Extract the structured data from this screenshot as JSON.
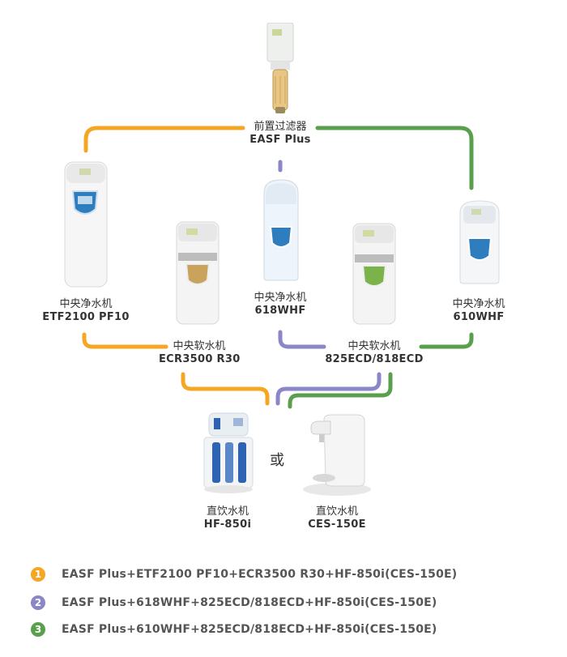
{
  "colors": {
    "orange": "#f5a623",
    "purple": "#8a86c7",
    "green": "#5aa04c"
  },
  "nodes": {
    "prefilter": {
      "type": "前置过滤器",
      "model": "EASF Plus",
      "icon": "prefilter-unit-image"
    },
    "etf2100": {
      "type": "中央净水机",
      "model": "ETF2100 PF10",
      "icon": "tall-purifier-image"
    },
    "ecr3500": {
      "type": "中央软水机",
      "model": "ECR3500 R30",
      "icon": "softener-image"
    },
    "w618": {
      "type": "中央净水机",
      "model": "618WHF",
      "icon": "purifier-image"
    },
    "ecd825": {
      "type": "中央软水机",
      "model": "825ECD/818ECD",
      "icon": "softener-image"
    },
    "w610": {
      "type": "中央净水机",
      "model": "610WHF",
      "icon": "purifier-image"
    },
    "hf850i": {
      "type": "直饮水机",
      "model": "HF-850i",
      "icon": "drinking-unit-image"
    },
    "ces150e": {
      "type": "直饮水机",
      "model": "CES-150E",
      "icon": "drinking-dispenser-image"
    }
  },
  "or_text": "或",
  "legend": [
    {
      "num": "1",
      "color": "#f5a623",
      "text": "EASF Plus+ETF2100 PF10+ECR3500 R30+HF-850i(CES-150E)"
    },
    {
      "num": "2",
      "color": "#8a86c7",
      "text": "EASF Plus+618WHF+825ECD/818ECD+HF-850i(CES-150E)"
    },
    {
      "num": "3",
      "color": "#5aa04c",
      "text": "EASF Plus+610WHF+825ECD/818ECD+HF-850i(CES-150E)"
    }
  ]
}
